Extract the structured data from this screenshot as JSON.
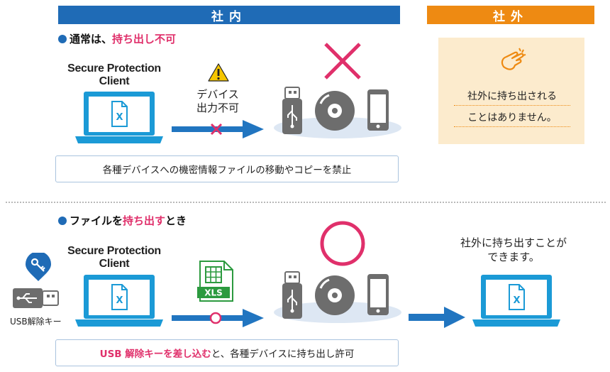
{
  "header": {
    "inside": "社内",
    "outside": "社外"
  },
  "section1": {
    "title_prefix": "通常は、",
    "title_highlight": "持ち出し不可",
    "client_label_line1": "Secure Protection",
    "client_label_line2": "Client",
    "warning_line1": "デバイス",
    "warning_line2": "出力不可",
    "note": "各種デバイスへの機密情報ファイルの移動やコピーを禁止"
  },
  "outside_panel": {
    "line1": "社外に持ち出される",
    "line2": "ことはありません。"
  },
  "section2": {
    "title_prefix": "ファイルを",
    "title_highlight": "持ち出す",
    "title_suffix": "とき",
    "client_label_line1": "Secure Protection",
    "client_label_line2": "Client",
    "usb_key_label": "USB解除キー",
    "xls_label": "XLS",
    "right_text_line1": "社外に持ち出すことが",
    "right_text_line2": "できます。",
    "note_highlight": "USB 解除キーを差し込む",
    "note_rest": "と、各種デバイスに持ち出し許可"
  },
  "file_icon_letter": "X",
  "colors": {
    "blue": "#1f6bb6",
    "orange": "#ee8a12",
    "pink": "#e0306b",
    "laptop_blue": "#1b9ad6",
    "device_gray": "#6d6d6d",
    "xls_green": "#2c9a3f"
  },
  "icons": [
    "laptop-icon",
    "warning-icon",
    "usb-drive-icon",
    "cd-icon",
    "smartphone-icon",
    "cross-mark-icon",
    "circle-mark-icon",
    "pointing-hand-icon",
    "key-icon",
    "usb-key-icon",
    "xls-file-icon",
    "arrow-icon"
  ]
}
